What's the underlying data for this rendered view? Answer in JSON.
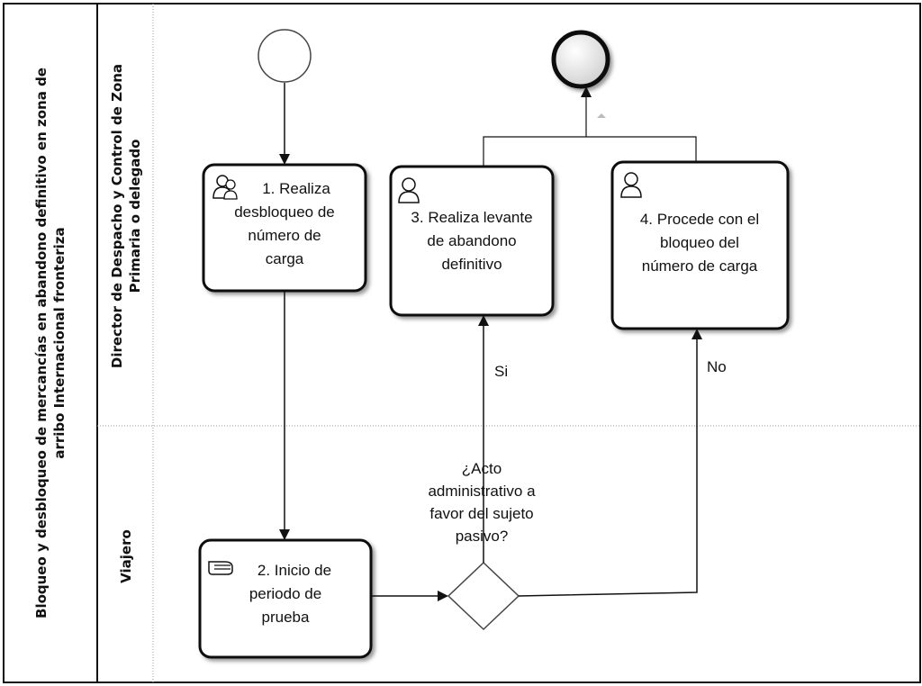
{
  "pool": {
    "title_line1": "Bloqueo y desbloqueo de mercancías en abandono definitivo en zona de",
    "title_line2": "arribo Internacional fronteriza"
  },
  "lanes": [
    {
      "label_line1": "Director de Despacho y Control de Zona",
      "label_line2": "Primaria o delegado"
    },
    {
      "label_line1": "Viajero",
      "label_line2": ""
    }
  ],
  "tasks": [
    {
      "id": "task1",
      "label": "1. Realiza desbloqueo de número de carga",
      "lines": [
        "1. Realiza",
        "desbloqueo de",
        "número de",
        "carga"
      ],
      "icon": "user-task-icon"
    },
    {
      "id": "task2",
      "label": "2. Inicio de periodo de prueba",
      "lines": [
        "2. Inicio de",
        "periodo de",
        "prueba"
      ],
      "icon": "manual-task-icon"
    },
    {
      "id": "task3",
      "label": "3. Realiza levante de abandono definitivo",
      "lines": [
        "3. Realiza levante",
        "de abandono",
        "definitivo"
      ],
      "icon": "user-task-icon"
    },
    {
      "id": "task4",
      "label": "4. Procede con el bloqueo del número de carga",
      "lines": [
        "4. Procede con el",
        "bloqueo del",
        "número de carga"
      ],
      "icon": "user-task-icon"
    }
  ],
  "gateway": {
    "lines": [
      "¿Acto",
      "administrativo a",
      "favor del sujeto",
      "pasivo?"
    ]
  },
  "edges": {
    "yes_label": "Si",
    "no_label": "No"
  },
  "colors": {
    "stroke": "#111111",
    "lane_divider": "#9a9a9a",
    "end_event_fill": "#e8e8e8"
  }
}
